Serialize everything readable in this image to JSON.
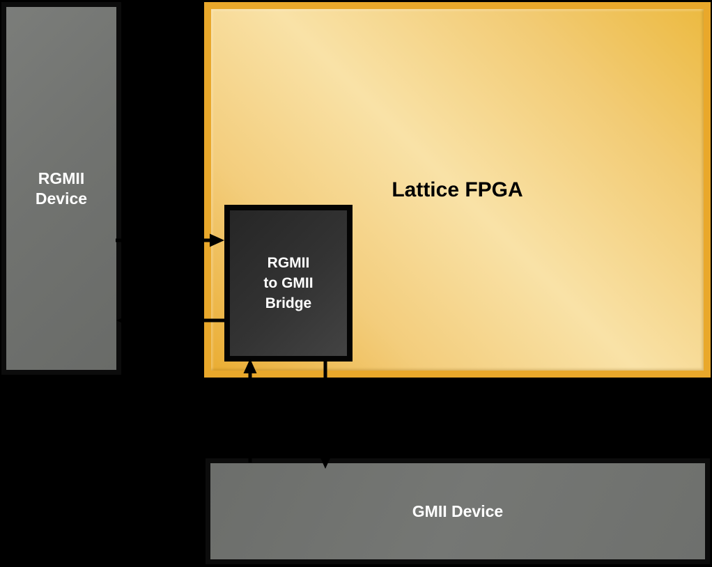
{
  "diagram": {
    "background_color": "#000000",
    "nodes": {
      "rgmii_device": {
        "label": "RGMII\nDevice",
        "type": "external-device",
        "fill": "#717370",
        "text_color": "#ffffff"
      },
      "lattice_fpga": {
        "label": "Lattice FPGA",
        "type": "fpga-region",
        "border_color": "#e9a82b",
        "fill_light": "#f9e2a7",
        "fill_gold": "#eaad33",
        "text_color": "#000000"
      },
      "bridge": {
        "label": "RGMII\nto GMII\nBridge",
        "type": "ip-core",
        "fill": "#333333",
        "text_color": "#ffffff"
      },
      "gmii_device": {
        "label": "GMII Device",
        "type": "external-device",
        "fill": "#717370",
        "text_color": "#ffffff"
      }
    },
    "connections": [
      {
        "from": "rgmii_device",
        "to": "bridge",
        "direction": "right"
      },
      {
        "from": "bridge",
        "to": "rgmii_device",
        "direction": "left"
      },
      {
        "from": "gmii_device",
        "to": "bridge",
        "direction": "up"
      },
      {
        "from": "bridge",
        "to": "gmii_device",
        "direction": "down"
      }
    ],
    "connector_color": "#000000"
  }
}
